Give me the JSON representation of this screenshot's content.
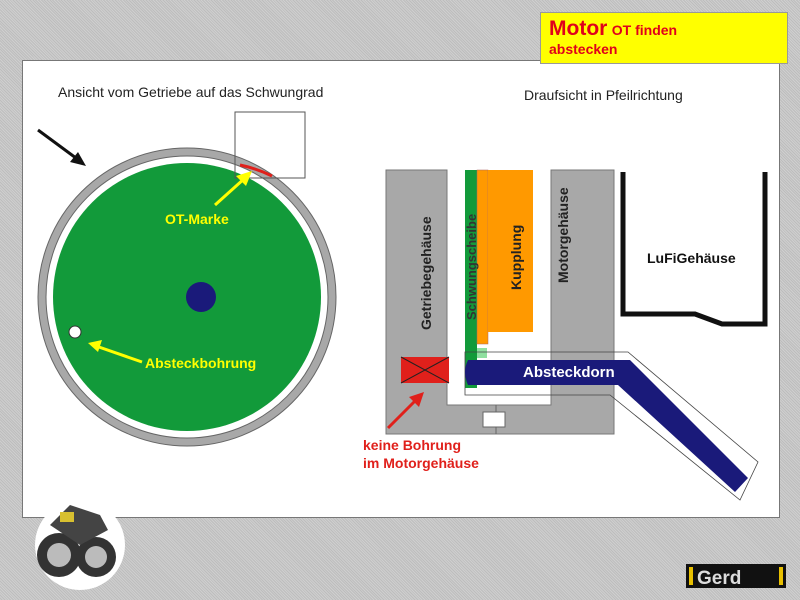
{
  "title": {
    "main": "Motor",
    "sub1": "OT finden",
    "sub2": "abstecken"
  },
  "left_caption": "Ansicht vom Getriebe auf das Schwungrad",
  "right_caption": "Draufsicht in Pfeilrichtung",
  "labels": {
    "ot_marke": "OT-Marke",
    "absteckbohrung": "Absteckbohrung",
    "getriebegehaeuse": "Getriebegehäuse",
    "schwungscheibe": "Schwungscheibe",
    "kupplung": "Kupplung",
    "motorgehaeuse": "Motorgehäuse",
    "lufi": "LuFiGehäuse",
    "absteckdorn": "Absteckdorn",
    "keine_bohrung_1": "keine Bohrung",
    "keine_bohrung_2": "im Motorgehäuse"
  },
  "logo": "Gerd",
  "colors": {
    "green": "#129a3a",
    "navy": "#1a1a7a",
    "orange": "#ff9900",
    "red": "#e0201b",
    "yellow": "#ffff00",
    "grey": "#a8a8a8"
  }
}
